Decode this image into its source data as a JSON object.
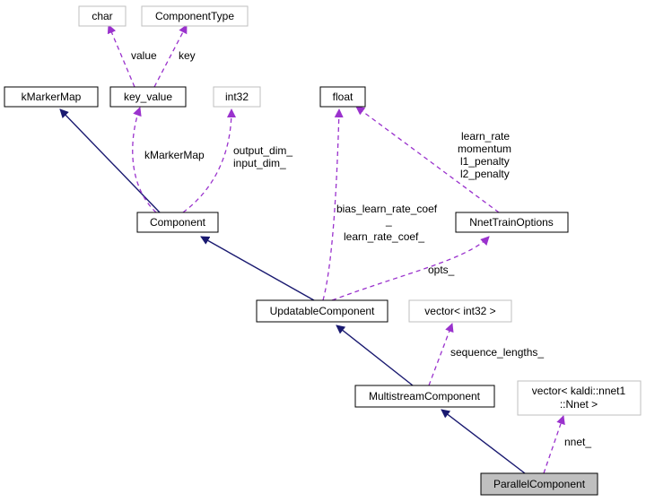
{
  "colors": {
    "inheritance_edge": "#191970",
    "usage_edge": "#9a32cd",
    "node_border": "#000000",
    "external_node_border": "#bfbfbf",
    "highlight_fill": "#bfbfbf"
  },
  "nodes": {
    "char": "char",
    "component_type": "ComponentType",
    "kmarkermap": "kMarkerMap",
    "key_value": "key_value",
    "int32": "int32",
    "float": "float",
    "component": "Component",
    "nnet_train_options": "NnetTrainOptions",
    "updatable_component": "UpdatableComponent",
    "vector_int32": "vector< int32 >",
    "multistream_component": "MultistreamComponent",
    "vector_nnet_line1": "vector< kaldi::nnet1",
    "vector_nnet_line2": "::Nnet >",
    "parallel_component": "ParallelComponent"
  },
  "edge_labels": {
    "value": "value",
    "key": "key",
    "kmarkermap": "kMarkerMap",
    "output_dim": "output_dim_",
    "input_dim": "input_dim_",
    "learn_rate": "learn_rate",
    "momentum": "momentum",
    "l1_penalty": "l1_penalty",
    "l2_penalty": "l2_penalty",
    "bias_learn_rate_coef": "bias_learn_rate_coef",
    "underscore": "_",
    "learn_rate_coef": "learn_rate_coef_",
    "opts": "opts_",
    "sequence_lengths": "sequence_lengths_",
    "nnet": "nnet_"
  }
}
